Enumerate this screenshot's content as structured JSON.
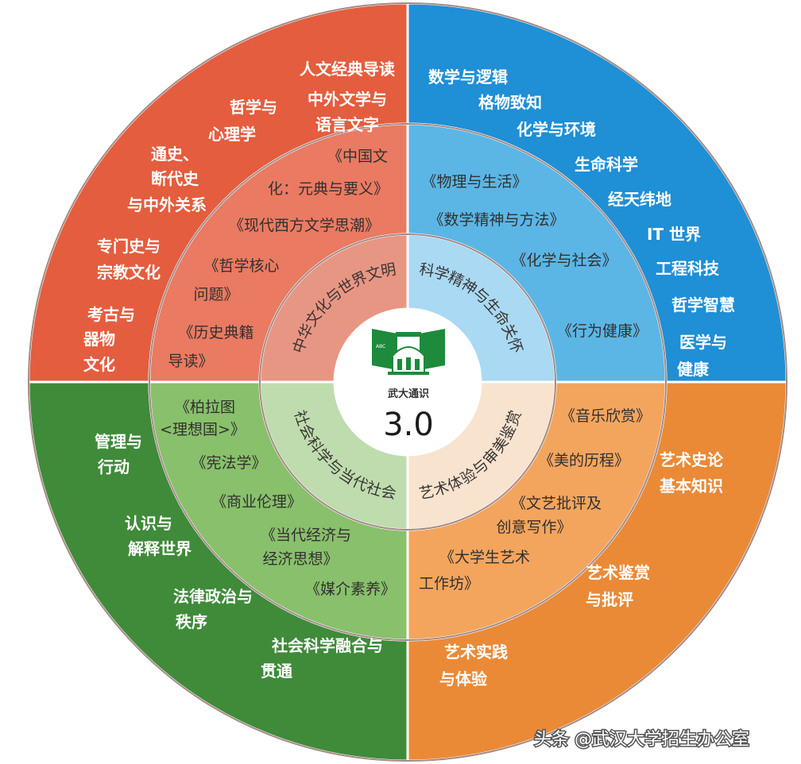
{
  "colors": {
    "humanities_outer": "#e45d3e",
    "humanities_mid": "#ea7a62",
    "humanities_inner": "#e89684",
    "science_outer": "#1f8fd6",
    "science_mid": "#5bb6e6",
    "science_inner": "#a9d9f3",
    "social_outer": "#3f8b3a",
    "social_mid": "#88c06c",
    "social_inner": "#bfdcae",
    "arts_outer": "#ea8a37",
    "arts_mid": "#f3a55e",
    "arts_inner": "#f8e3cf",
    "ring_line": "#ffffff",
    "logo_green": "#1d8a3c"
  },
  "center": {
    "logo_icon": "whu-book-building-logo",
    "logo_small_text": "ABC",
    "logo_title": "武大通识",
    "version": "3.0"
  },
  "quadrants": [
    {
      "id": "humanities",
      "inner_title": "中华文化与世界文明",
      "mid_courses": [
        "《中国文",
        "化：元典与要义》",
        "《现代西方文学思潮》",
        "《哲学核心",
        "问题》",
        "《历史典籍",
        "导读》"
      ],
      "outer_modules": [
        "人文经典导读",
        "中外文学与",
        "语言文字",
        "哲学与",
        "心理学",
        "通史、",
        "断代史",
        "与中外关系",
        "专门史与",
        "宗教文化",
        "考古与",
        "器物",
        "文化"
      ]
    },
    {
      "id": "science",
      "inner_title": "科学精神与生命关怀",
      "mid_courses": [
        "《物理与生活》",
        "《数学精神与方法》",
        "《化学与社会》",
        "《行为健康》"
      ],
      "outer_modules": [
        "数学与逻辑",
        "格物致知",
        "化学与环境",
        "生命科学",
        "经天纬地",
        "IT 世界",
        "工程科技",
        "哲学智慧",
        "医学与",
        "健康"
      ]
    },
    {
      "id": "social",
      "inner_title": "社会科学与当代社会",
      "mid_courses": [
        "《柏拉图",
        "<理想国>》",
        "《宪法学》",
        "《商业伦理》",
        "《当代经济与",
        "经济思想》",
        "《媒介素养》"
      ],
      "outer_modules": [
        "管理与",
        "行动",
        "认识与",
        "解释世界",
        "法律政治与",
        "秩序",
        "社会科学融合与",
        "贯通"
      ]
    },
    {
      "id": "arts",
      "inner_title": "艺术体验与审美鉴赏",
      "mid_courses": [
        "《音乐欣赏》",
        "《美的历程》",
        "《文艺批评及",
        "创意写作》",
        "《大学生艺术",
        "工作坊》"
      ],
      "outer_modules": [
        "艺术史论",
        "基本知识",
        "艺术鉴赏",
        "与批评",
        "艺术实践",
        "与体验"
      ]
    }
  ],
  "watermark": "头条 @武汉大学招生办公室"
}
